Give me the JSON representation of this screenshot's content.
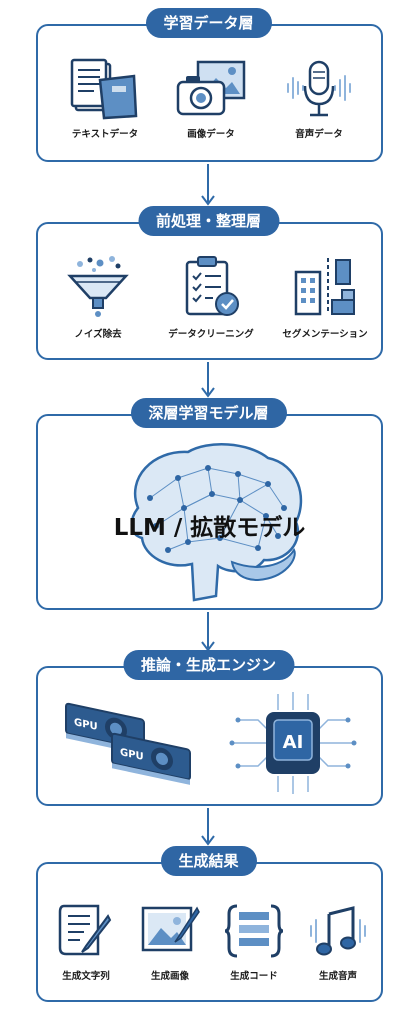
{
  "layers": {
    "data": {
      "title": "学習データ層",
      "items": [
        {
          "label": "テキストデータ",
          "icon": "document-book-icon"
        },
        {
          "label": "画像データ",
          "icon": "camera-image-icon"
        },
        {
          "label": "音声データ",
          "icon": "microphone-icon"
        }
      ]
    },
    "preprocess": {
      "title": "前処理・整理層",
      "items": [
        {
          "label": "ノイズ除去",
          "icon": "filter-funnel-icon"
        },
        {
          "label": "データクリーニング",
          "icon": "checklist-clipboard-icon"
        },
        {
          "label": "セグメンテーション",
          "icon": "segmentation-blocks-icon"
        }
      ]
    },
    "model": {
      "title": "深層学習モデル層",
      "center_text": "LLM / 拡散モデル",
      "icon": "brain-network-icon"
    },
    "inference": {
      "title": "推論・生成エンジン",
      "items": [
        {
          "label": "GPU",
          "icon": "gpu-card-icon"
        },
        {
          "label": "AI",
          "icon": "ai-chip-icon"
        }
      ]
    },
    "output": {
      "title": "生成結果",
      "items": [
        {
          "label": "生成文字列",
          "icon": "scroll-pen-icon"
        },
        {
          "label": "生成画像",
          "icon": "image-brush-icon"
        },
        {
          "label": "生成コード",
          "icon": "code-braces-icon"
        },
        {
          "label": "生成音声",
          "icon": "music-note-icon"
        }
      ]
    }
  },
  "colors": {
    "accent": "#2f66a4",
    "border": "#2f6aa8",
    "light": "#a9c8e8"
  }
}
